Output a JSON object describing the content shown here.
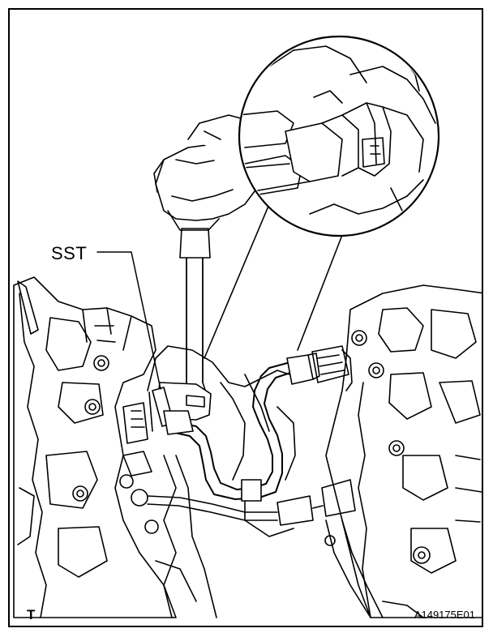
{
  "figure": {
    "callout_label": "SST",
    "corner_mark": "T",
    "figure_code": "A149175E01"
  },
  "colors": {
    "line": "#000000",
    "background": "#ffffff"
  }
}
